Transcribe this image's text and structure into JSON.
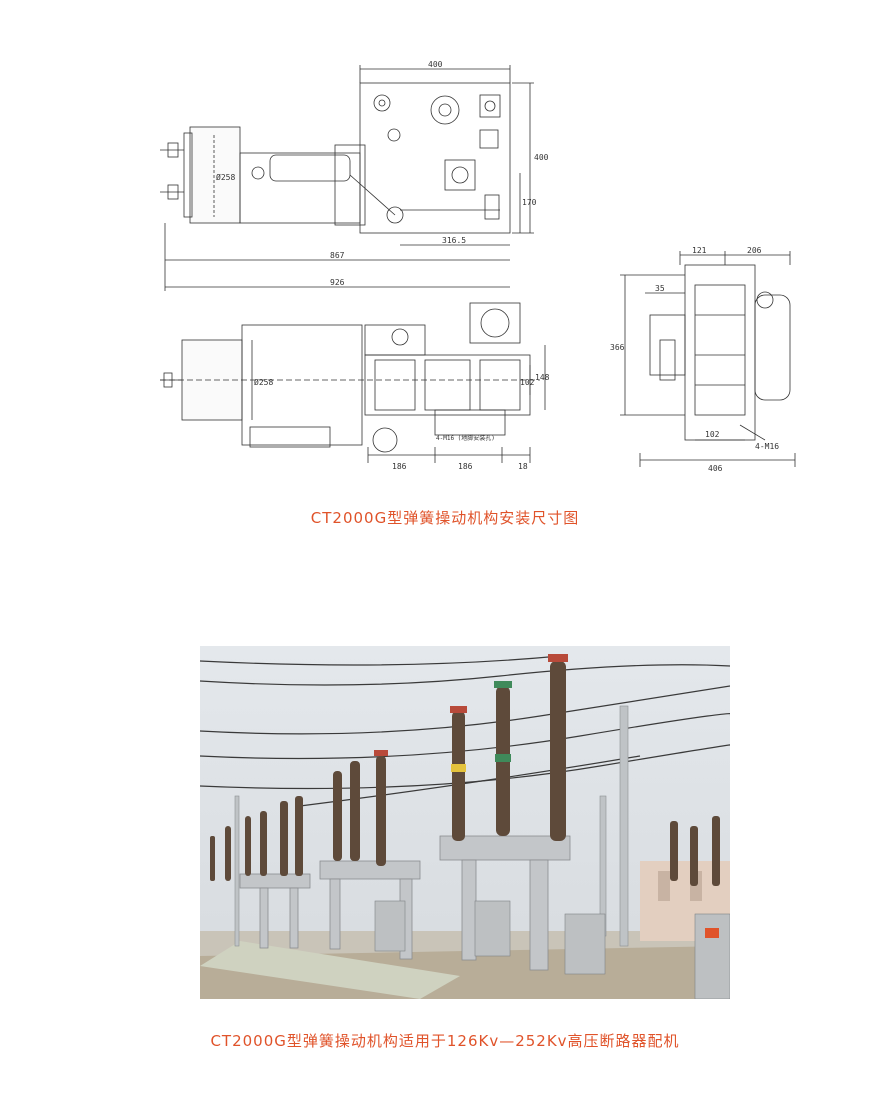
{
  "drawing": {
    "dim_top_width": "400",
    "dim_top_height": "400",
    "dim_top_vertical": "170",
    "dim_top_span": "316.5",
    "dim_top_total_a": "867",
    "dim_top_total_b": "926",
    "dim_top_dia": "Ø258",
    "dim_bottom_dia": "Ø258",
    "dim_bottom_102": "102",
    "dim_bottom_148": "148",
    "dim_bottom_186a": "186",
    "dim_bottom_186b": "186",
    "dim_bottom_18": "18",
    "dim_bottom_note": "4-M16 (地脚安装孔)",
    "dim_side_121": "121",
    "dim_side_206": "206",
    "dim_side_35": "35",
    "dim_side_366": "366",
    "dim_side_102": "102",
    "dim_side_406": "406",
    "dim_side_m16": "4-M16"
  },
  "captions": {
    "drawing": "CT2000G型弹簧操动机构安装尺寸图",
    "photo": "CT2000G型弹簧操动机构适用于126Kv—252Kv高压断路器配机"
  },
  "colors": {
    "caption": "#e0532a",
    "line": "#333333",
    "sky": "#e8ecef",
    "insulator": "#5e4a3a",
    "steel": "#b9bcbf"
  }
}
